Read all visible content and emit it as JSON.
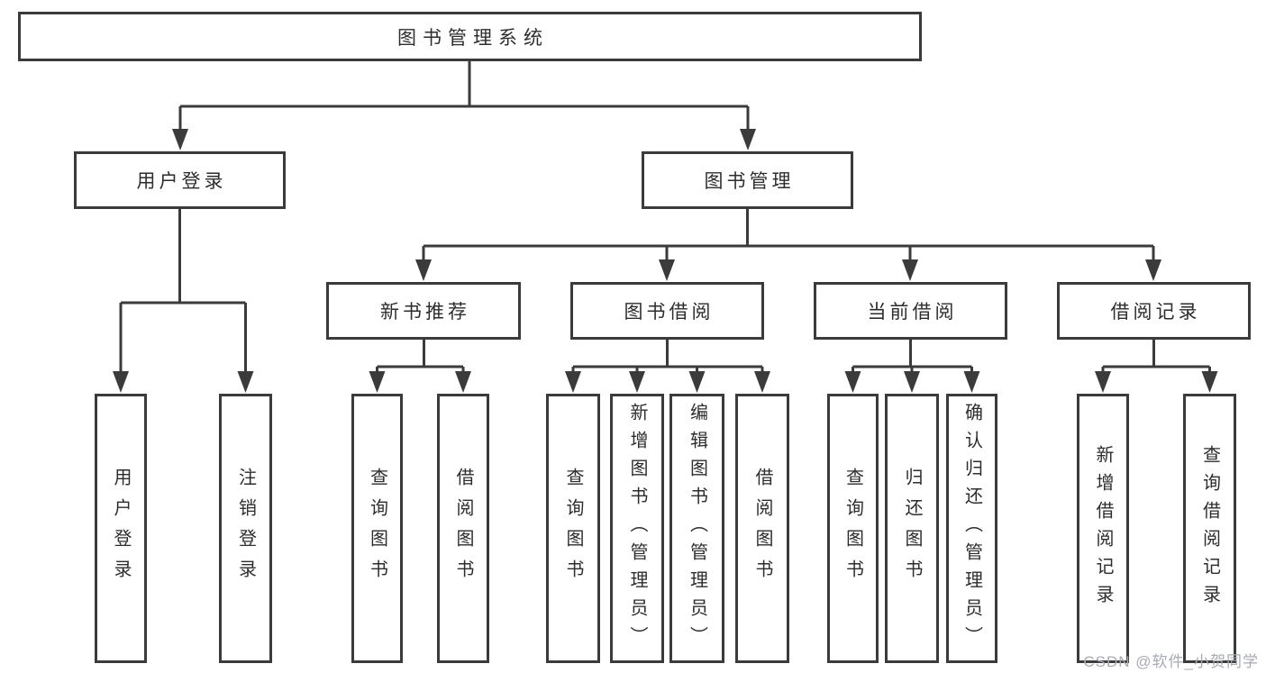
{
  "diagram": {
    "tree": {
      "label": "图书管理系统",
      "children": [
        {
          "label": "用户登录",
          "children": [
            {
              "label": "用户登录"
            },
            {
              "label": "注销登录"
            }
          ]
        },
        {
          "label": "图书管理",
          "children": [
            {
              "label": "新书推荐",
              "children": [
                {
                  "label": "查询图书"
                },
                {
                  "label": "借阅图书"
                }
              ]
            },
            {
              "label": "图书借阅",
              "children": [
                {
                  "label": "查询图书"
                },
                {
                  "label": "新增图书（管理员）"
                },
                {
                  "label": "编辑图书（管理员）"
                },
                {
                  "label": "借阅图书"
                }
              ]
            },
            {
              "label": "当前借阅",
              "children": [
                {
                  "label": "查询图书"
                },
                {
                  "label": "归还图书"
                },
                {
                  "label": "确认归还（管理员）"
                }
              ]
            },
            {
              "label": "借阅记录",
              "children": [
                {
                  "label": "新增借阅记录"
                },
                {
                  "label": "查询借阅记录"
                }
              ]
            }
          ]
        }
      ]
    }
  },
  "watermark": {
    "text": "CSDN @软件_小贺同学"
  },
  "colors": {
    "line": "#3b3b3b",
    "text": "#2d2d2d",
    "watermark": "#a6abb3",
    "background": "#ffffff"
  }
}
